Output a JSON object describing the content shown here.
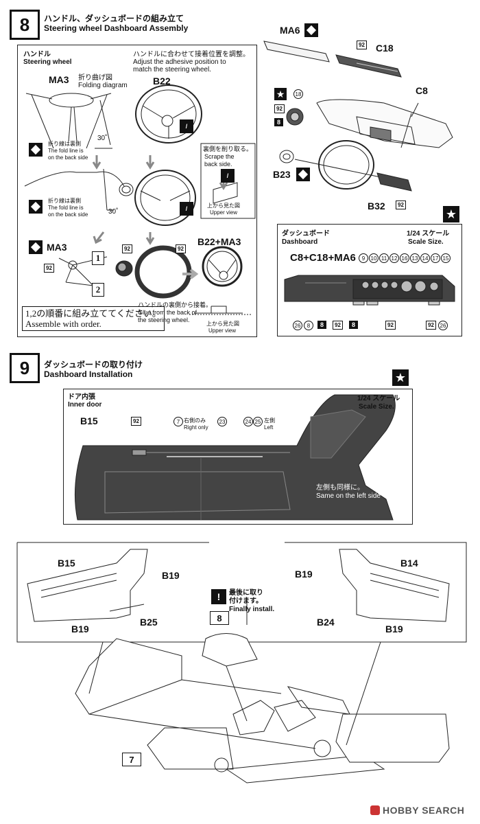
{
  "step8": {
    "number": "8",
    "title_jp": "ハンドル、ダッシュボードの組み立て",
    "title_en": "Steering wheel Dashboard Assembly",
    "panel": {
      "handle_jp": "ハンドル",
      "handle_en": "Steering wheel",
      "ma3": "MA3",
      "fold_jp": "折り曲げ図",
      "fold_en": "Folding diagram",
      "adjust_jp": "ハンドルに合わせて接着位置を調整。",
      "adjust_en1": "Adjust the adhesive position to",
      "adjust_en2": "match the steering wheel.",
      "b22": "B22",
      "angle30a": "30˚",
      "angle30b": "30˚",
      "fold_note1_jp": "折り線は裏側",
      "fold_note1_en1": "The fold line is",
      "fold_note1_en2": "on the back side",
      "fold_note2_jp": "折り線は裏側",
      "fold_note2_en1": "The fold line is",
      "fold_note2_en2": "on the back side",
      "scrape_jp1": "裏側を削り取る。",
      "scrape_en1": "Scrape the",
      "scrape_en2": "back side.",
      "upper_jp1": "上から見た図",
      "upper_en1": "Upper view",
      "ma3_lower": "MA3",
      "b22_ma3": "B22+MA3",
      "n1": "1",
      "n2": "2",
      "order_jp": "1,2の順番に組み立ててください。",
      "order_en": "Assemble with order.",
      "glue_jp": "ハンドルの裏側から接着。",
      "glue_en1": "Glue from the back of",
      "glue_en2": "the steering wheel.",
      "upper_jp2": "上から見た図",
      "upper_en2": "Upper view",
      "p92": "92"
    },
    "right": {
      "ma6": "MA6",
      "c18": "C18",
      "c8": "C8",
      "b23": "B23",
      "b32": "B32",
      "p18": "18",
      "p8": "8",
      "p92": "92"
    },
    "dash": {
      "title_jp": "ダッシュボード",
      "title_en": "Dashboard",
      "scale_jp": "1/24 スケール",
      "scale_en": "Scale Size.",
      "combo": "C8+C18+MA6",
      "colors_top": [
        "9",
        "10",
        "11",
        "12",
        "16",
        "13",
        "14",
        "17",
        "15"
      ],
      "bottom_labels": [
        "26",
        "8",
        "8",
        "92",
        "8",
        "92",
        "92",
        "26"
      ]
    }
  },
  "step9": {
    "number": "9",
    "title_jp": "ダッシュボードの取り付け",
    "title_en": "Dashboard Installation",
    "door": {
      "title_jp": "ドア内張",
      "title_en": "Inner door",
      "scale_jp": "1/24 スケール",
      "scale_en": "Scale Size.",
      "b15": "B15",
      "p92": "92",
      "c7": "7",
      "right_only_jp": "右側のみ",
      "right_only_en": "Right only",
      "c23": "23",
      "c24": "24",
      "c25": "25",
      "left_jp": "左側",
      "left_en": "Left",
      "same_jp": "左側も同様に。",
      "same_en": "Same on the left side"
    },
    "left_panel": {
      "b15": "B15",
      "b19a": "B19",
      "b25": "B25",
      "b19b": "B19"
    },
    "right_panel": {
      "b19a": "B19",
      "b14": "B14",
      "b24": "B24",
      "b19b": "B19"
    },
    "final_jp1": "最後に取り",
    "final_jp2": "付けます。",
    "final_en": "Finally install.",
    "box8": "8",
    "box7": "7"
  },
  "footer": {
    "brand": "HOBBY SEARCH"
  }
}
